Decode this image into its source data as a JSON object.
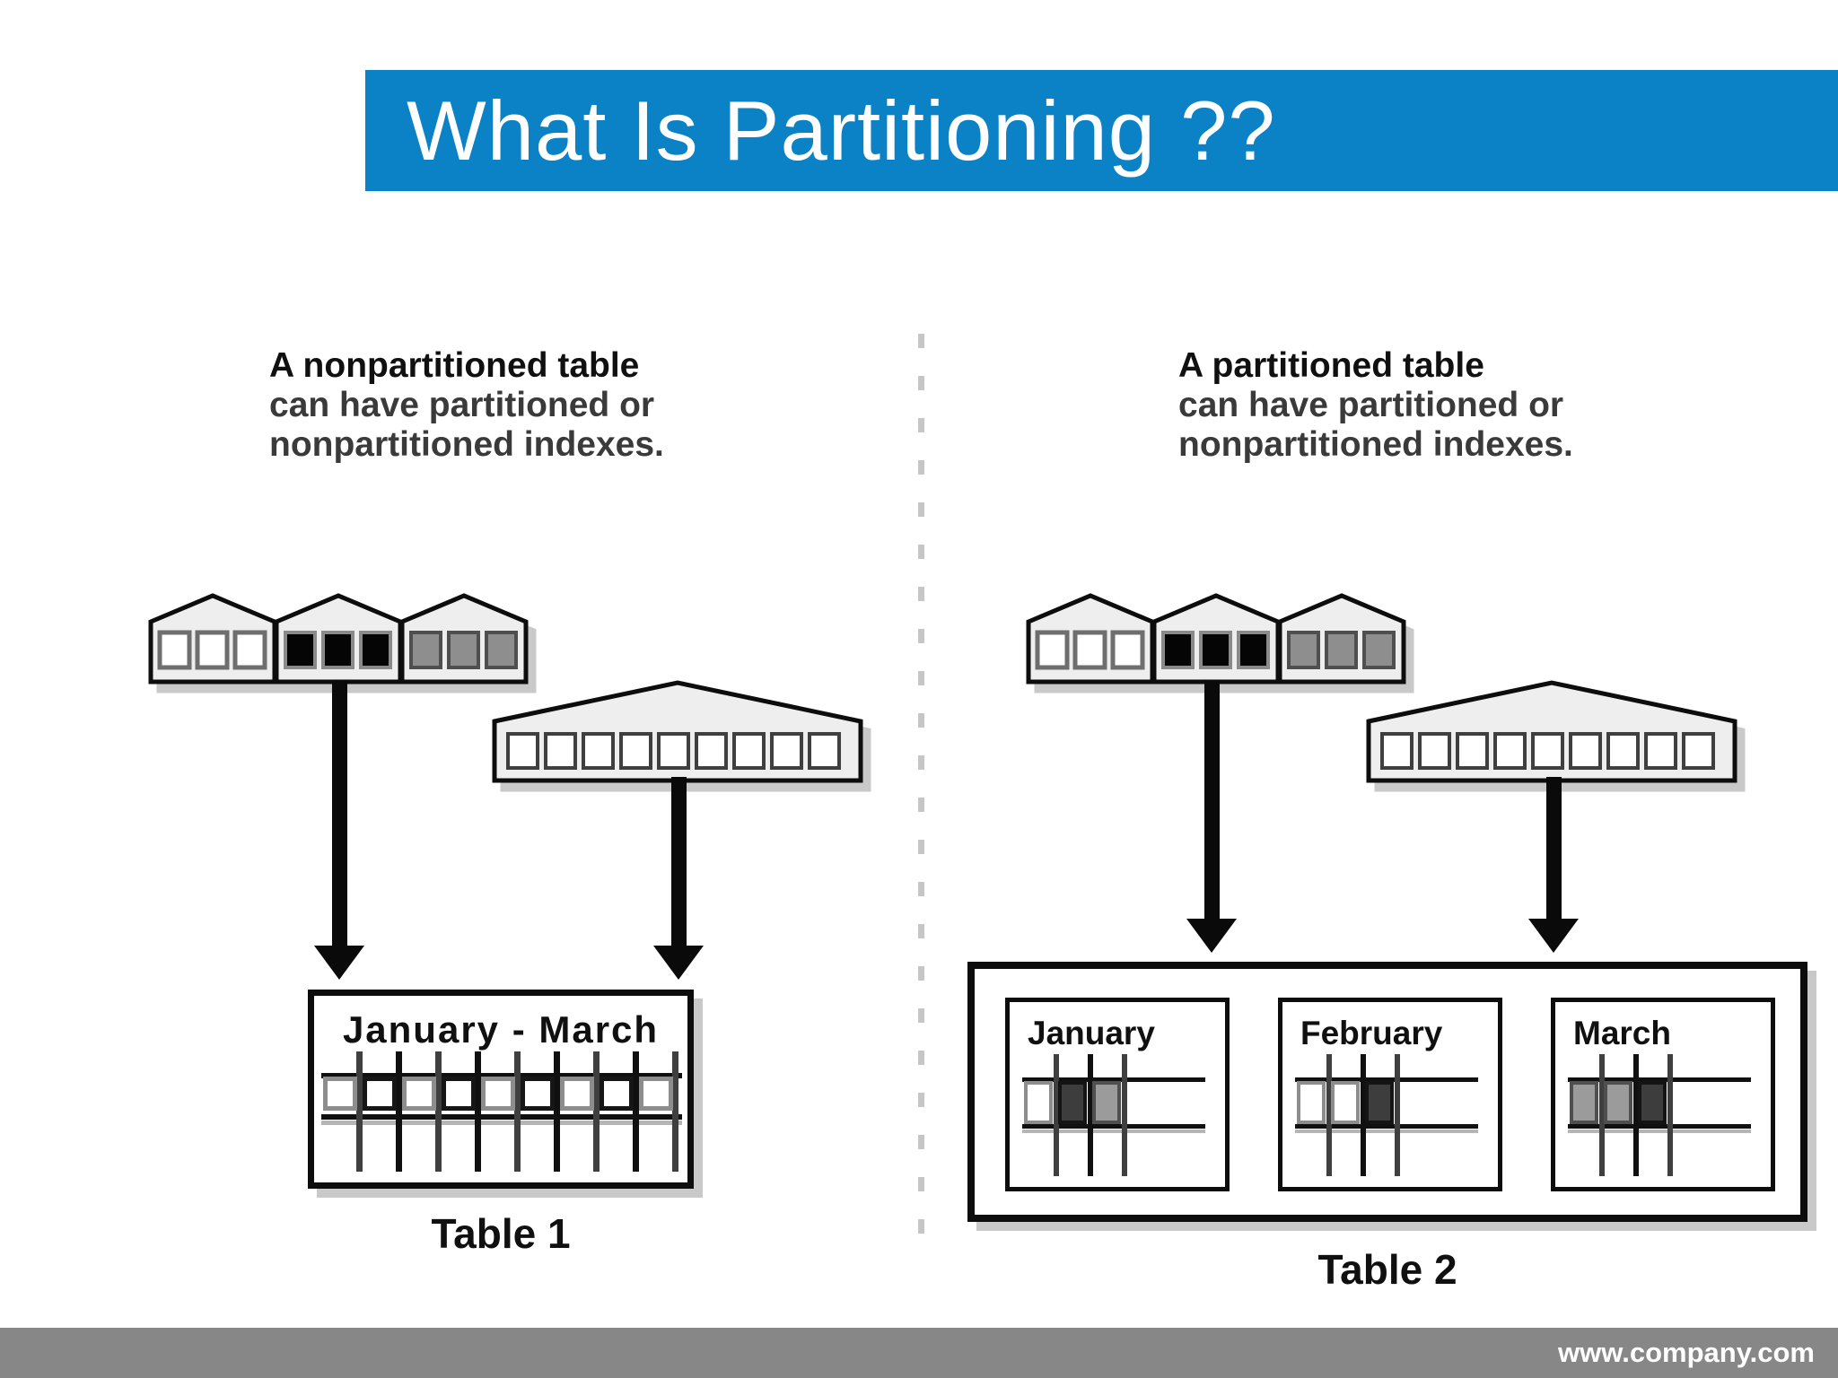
{
  "header": {
    "title": "What Is Partitioning ??"
  },
  "footer": {
    "url": "www.company.com"
  },
  "colors": {
    "title_bar_blue": "#0b82c6",
    "footer_gray": "#878787",
    "house_fill": "#eeeeee",
    "outline_black": "#0d0d0d",
    "shadow_gray": "#c9c9c9",
    "divider_gray": "#c6c6c6",
    "dark_cell": "#3d3d3d",
    "gray_cell": "#9b9b9b"
  },
  "left_panel": {
    "caption": [
      "A nonpartitioned table",
      "can have partitioned or",
      "nonpartitioned indexes."
    ],
    "small_houses": [
      {
        "windows": "white"
      },
      {
        "windows": "black"
      },
      {
        "windows": "gray"
      }
    ],
    "wide_house_windows": [
      "white",
      "white",
      "white",
      "white",
      "white",
      "white",
      "white",
      "white",
      "white"
    ],
    "table": {
      "title": "January - March",
      "label": "Table 1",
      "squares": [
        "gray",
        "dark",
        "gray",
        "dark",
        "gray",
        "dark",
        "gray",
        "dark",
        "gray"
      ]
    }
  },
  "right_panel": {
    "caption": [
      "A partitioned table",
      "can have partitioned or",
      "nonpartitioned indexes."
    ],
    "small_houses": [
      {
        "windows": "white"
      },
      {
        "windows": "black"
      },
      {
        "windows": "gray"
      }
    ],
    "wide_house_windows": [
      "white",
      "white",
      "white",
      "white",
      "white",
      "white",
      "white",
      "white",
      "white"
    ],
    "table": {
      "label": "Table 2",
      "partitions": [
        {
          "name": "January",
          "cells": [
            "white",
            "dark",
            "gray"
          ]
        },
        {
          "name": "February",
          "cells": [
            "white",
            "white",
            "dark"
          ]
        },
        {
          "name": "March",
          "cells": [
            "gray",
            "gray",
            "dark"
          ]
        }
      ]
    }
  }
}
